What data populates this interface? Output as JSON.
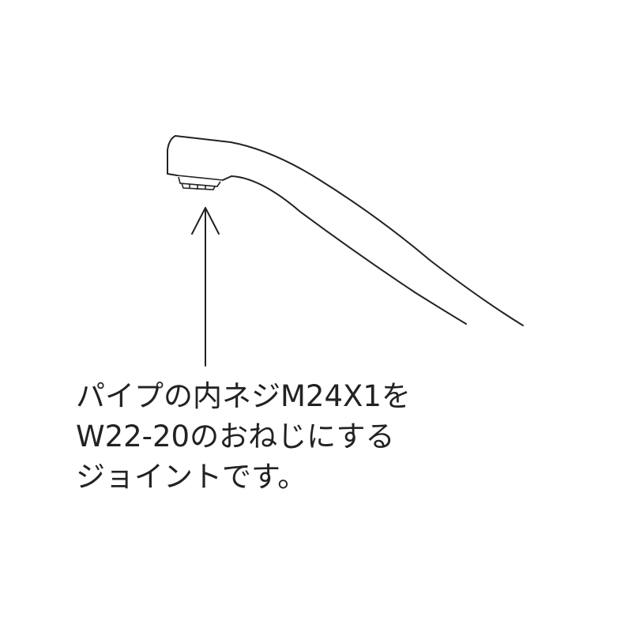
{
  "caption": {
    "lines": [
      "パイプの内ネジM24X1を",
      "W22-20のおねじにする",
      "ジョイントです。"
    ]
  },
  "colors": {
    "stroke": "#222222",
    "background": "#ffffff"
  },
  "icons": {
    "faucet": "faucet-spout-icon",
    "arrow": "arrow-up-icon"
  }
}
